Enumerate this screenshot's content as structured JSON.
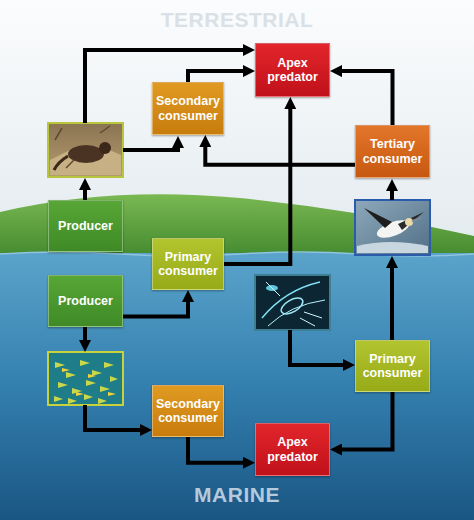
{
  "diagram": {
    "nodes": [
      {
        "text": [
          "Apex predator"
        ]
      },
      {
        "text": [
          "Secondary consumer"
        ]
      },
      {
        "text": [
          "Tertiary consumer"
        ]
      },
      {
        "text": [
          "Producer"
        ]
      },
      {
        "text": [
          "Primary consumer"
        ]
      },
      {
        "text": [
          "Producer"
        ]
      },
      {
        "text": [
          "Primary consumer"
        ]
      },
      {
        "text": [
          "Secondary consumer"
        ]
      },
      {
        "text": [
          "Apex predator"
        ]
      }
    ],
    "edges": [
      {
        "from": 1,
        "to": 0,
        "arrow": "to"
      },
      {
        "from": 2,
        "to": 0,
        "arrow": "to"
      },
      {
        "from": 2,
        "to": 1,
        "arrow": "to"
      },
      {
        "from": 4,
        "to": 0,
        "arrow": "to"
      },
      {
        "from": 5,
        "to": 4,
        "arrow": "to"
      },
      {
        "from": 7,
        "to": 8,
        "arrow": "to"
      },
      {
        "from": 6,
        "to": 8,
        "arrow": "to"
      }
    ],
    "labels": [
      "TERRESTRIAL",
      "MARINE"
    ]
  }
}
